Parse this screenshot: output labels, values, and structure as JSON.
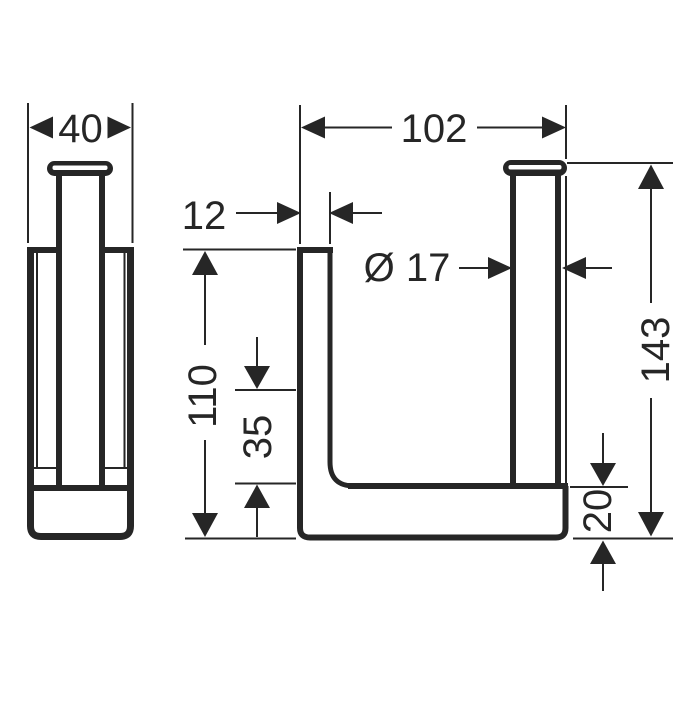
{
  "drawing": {
    "background_color": "#ffffff",
    "line_color": "#262626",
    "dimension_labels": {
      "side_width": "40",
      "front_width": "102",
      "arm_thickness": "12",
      "rod_diameter": "Ø 17",
      "total_height": "143",
      "body_height": "110",
      "inner_clearance": "35",
      "base_thickness": "20"
    }
  }
}
